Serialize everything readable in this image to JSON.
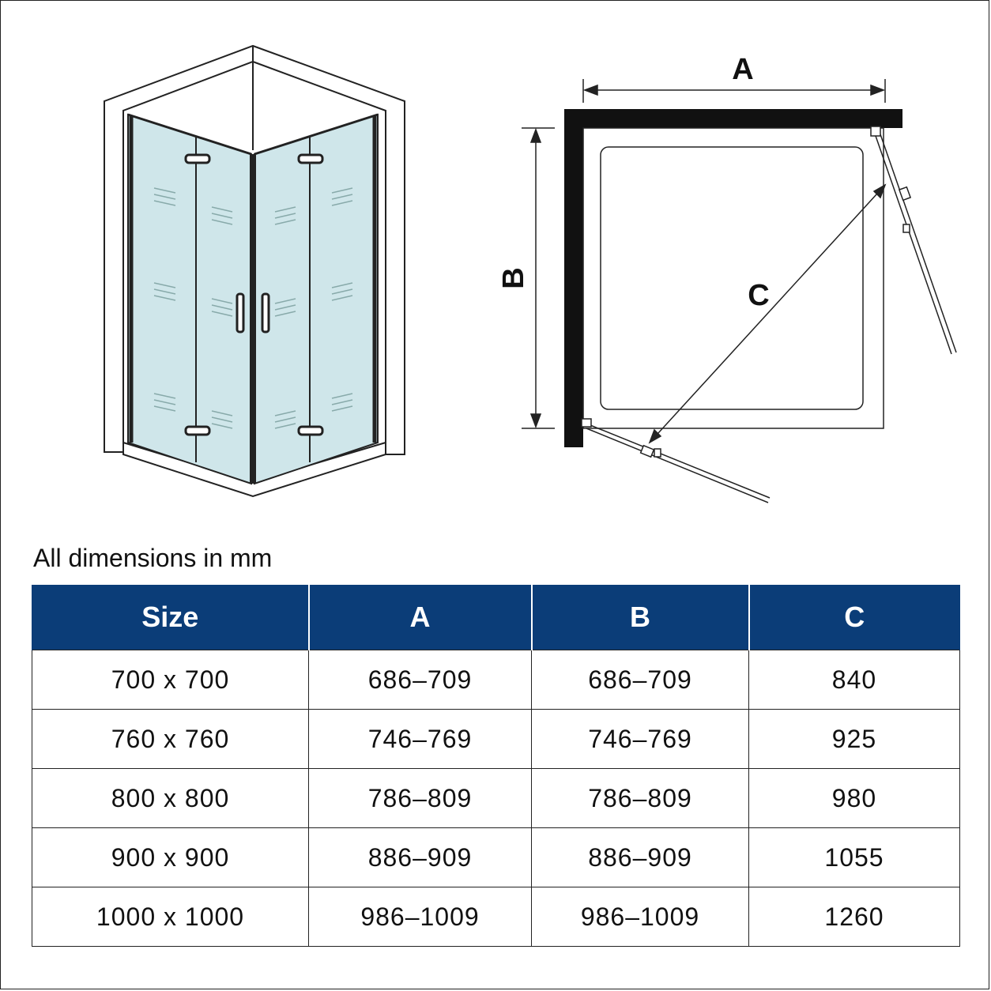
{
  "diagram": {
    "label_a": "A",
    "label_b": "B",
    "label_c": "C"
  },
  "caption": "All dimensions in mm",
  "table": {
    "headers": [
      "Size",
      "A",
      "B",
      "C"
    ],
    "rows": [
      [
        "700 x 700",
        "686–709",
        "686–709",
        "840"
      ],
      [
        "760 x 760",
        "746–769",
        "746–769",
        "925"
      ],
      [
        "800 x 800",
        "786–809",
        "786–809",
        "980"
      ],
      [
        "900 x 900",
        "886–909",
        "886–909",
        "1055"
      ],
      [
        "1000 x 1000",
        "986–1009",
        "986–1009",
        "1260"
      ]
    ]
  },
  "colors": {
    "header_bg": "#0b3d78",
    "glass": "#cfe6ea"
  }
}
